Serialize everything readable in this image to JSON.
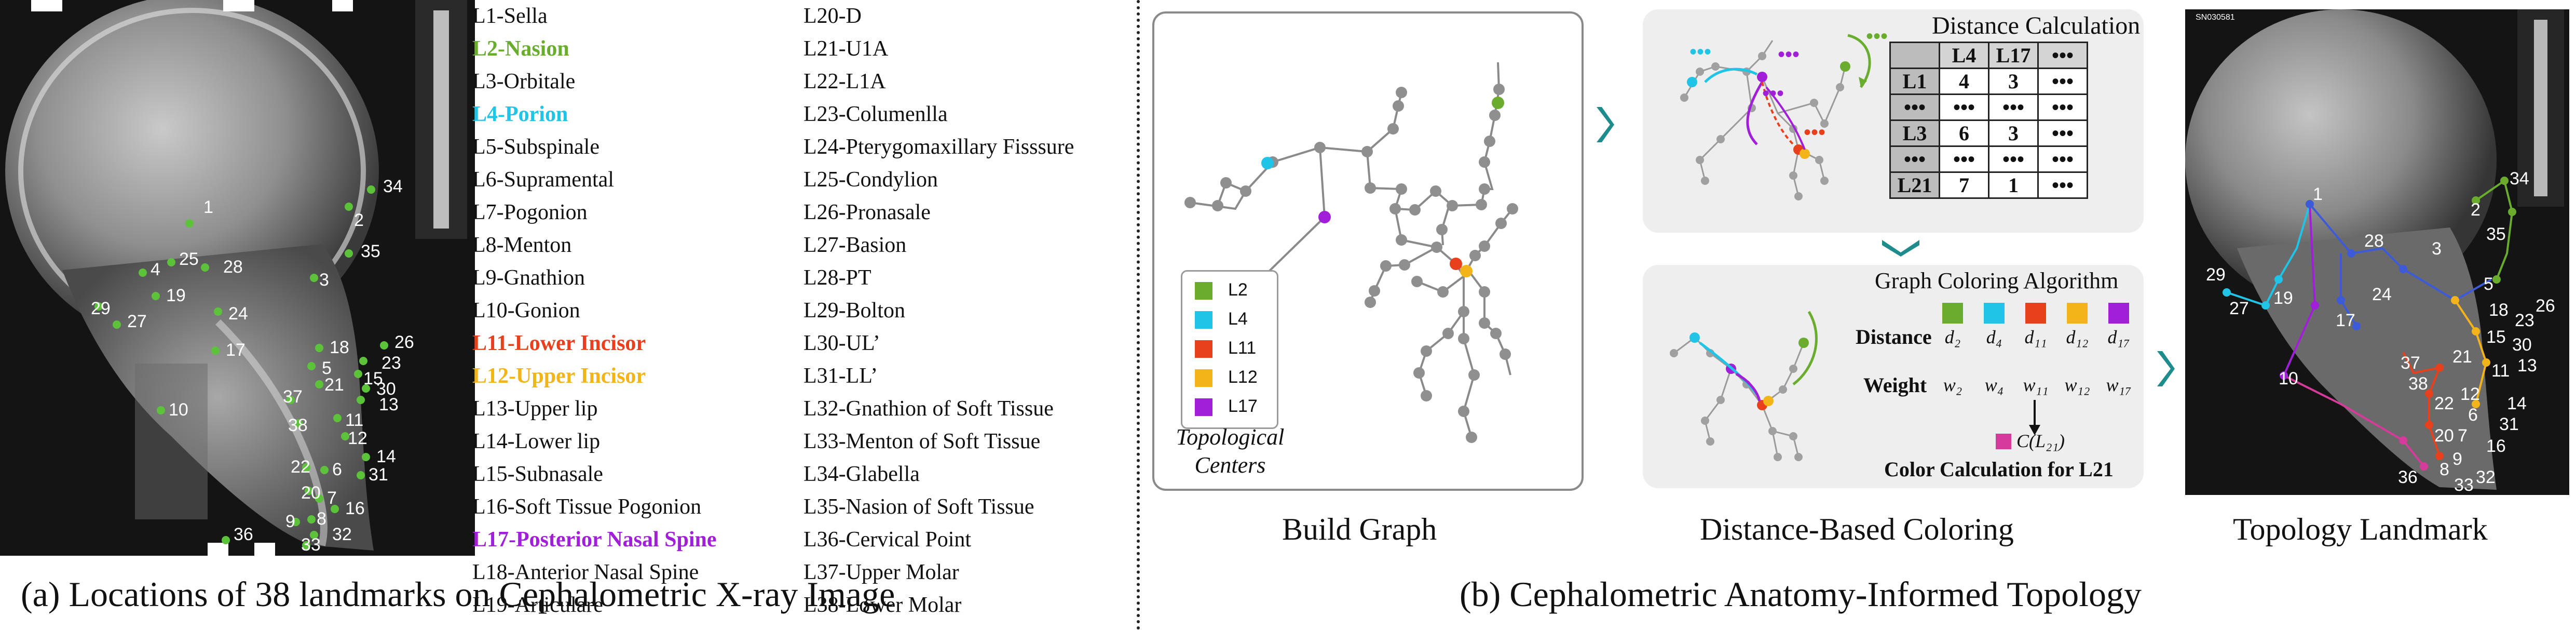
{
  "panel_a": {
    "caption": "(a) Locations of 38 landmarks on Cephalometric X-ray Image",
    "xray_point_labels": [
      "1",
      "2",
      "34",
      "35",
      "3",
      "25",
      "28",
      "4",
      "19",
      "29",
      "27",
      "24",
      "17",
      "18",
      "5",
      "21",
      "23",
      "26",
      "15",
      "30",
      "13",
      "10",
      "37",
      "38",
      "11",
      "12",
      "14",
      "31",
      "22",
      "6",
      "20",
      "7",
      "16",
      "9",
      "8",
      "32",
      "36",
      "33"
    ],
    "landmarks_col1": [
      {
        "text": "L1-Sella",
        "color": "#111111",
        "bold": false
      },
      {
        "text": "L2-Nasion",
        "color": "#6aad2e",
        "bold": true
      },
      {
        "text": "L3-Orbitale",
        "color": "#111111",
        "bold": false
      },
      {
        "text": "L4-Porion",
        "color": "#1fc4e6",
        "bold": true
      },
      {
        "text": "L5-Subspinale",
        "color": "#111111",
        "bold": false
      },
      {
        "text": "L6-Supramental",
        "color": "#111111",
        "bold": false
      },
      {
        "text": "L7-Pogonion",
        "color": "#111111",
        "bold": false
      },
      {
        "text": "L8-Menton",
        "color": "#111111",
        "bold": false
      },
      {
        "text": "L9-Gnathion",
        "color": "#111111",
        "bold": false
      },
      {
        "text": "L10-Gonion",
        "color": "#111111",
        "bold": false
      },
      {
        "text": "L11-Lower Incisor",
        "color": "#e8401c",
        "bold": true
      },
      {
        "text": "L12-Upper Incisor",
        "color": "#f2b418",
        "bold": true
      },
      {
        "text": "L13-Upper lip",
        "color": "#111111",
        "bold": false
      },
      {
        "text": "L14-Lower lip",
        "color": "#111111",
        "bold": false
      },
      {
        "text": "L15-Subnasale",
        "color": "#111111",
        "bold": false
      },
      {
        "text": "L16-Soft Tissue Pogonion",
        "color": "#111111",
        "bold": false
      },
      {
        "text": "L17-Posterior Nasal Spine",
        "color": "#a21fd9",
        "bold": true
      },
      {
        "text": "L18-Anterior Nasal Spine",
        "color": "#111111",
        "bold": false
      },
      {
        "text": "L19-Articulare",
        "color": "#111111",
        "bold": false
      }
    ],
    "landmarks_col2": [
      {
        "text": "L20-D",
        "color": "#111111",
        "bold": false
      },
      {
        "text": "L21-U1A",
        "color": "#111111",
        "bold": false
      },
      {
        "text": "L22-L1A",
        "color": "#111111",
        "bold": false
      },
      {
        "text": "L23-Columenlla",
        "color": "#111111",
        "bold": false
      },
      {
        "text": "L24-Pterygomaxillary Fisssure",
        "color": "#111111",
        "bold": false
      },
      {
        "text": "L25-Condylion",
        "color": "#111111",
        "bold": false
      },
      {
        "text": "L26-Pronasale",
        "color": "#111111",
        "bold": false
      },
      {
        "text": "L27-Basion",
        "color": "#111111",
        "bold": false
      },
      {
        "text": "L28-PT",
        "color": "#111111",
        "bold": false
      },
      {
        "text": "L29-Bolton",
        "color": "#111111",
        "bold": false
      },
      {
        "text": "L30-UL’",
        "color": "#111111",
        "bold": false
      },
      {
        "text": "L31-LL’",
        "color": "#111111",
        "bold": false
      },
      {
        "text": "L32-Gnathion of Soft Tissue",
        "color": "#111111",
        "bold": false
      },
      {
        "text": "L33-Menton of Soft Tissue",
        "color": "#111111",
        "bold": false
      },
      {
        "text": "L34-Glabella",
        "color": "#111111",
        "bold": false
      },
      {
        "text": "L35-Nasion of Soft Tissue",
        "color": "#111111",
        "bold": false
      },
      {
        "text": "L36-Cervical Point",
        "color": "#111111",
        "bold": false
      },
      {
        "text": "L37-Upper Molar",
        "color": "#111111",
        "bold": false
      },
      {
        "text": "L38-Lower Molar",
        "color": "#111111",
        "bold": false
      }
    ]
  },
  "panel_b": {
    "caption": "(b) Cephalometric Anatomy-Informed Topology",
    "build_graph": {
      "title": "Build Graph",
      "legend": [
        {
          "label": "L2",
          "color": "#6aad2e"
        },
        {
          "label": "L4",
          "color": "#1fc4e6"
        },
        {
          "label": "L11",
          "color": "#e8401c"
        },
        {
          "label": "L12",
          "color": "#f2b418"
        },
        {
          "label": "L17",
          "color": "#a21fd9"
        }
      ],
      "topological_centers_line1": "Topological",
      "topological_centers_line2": "Centers"
    },
    "distance_calculation": {
      "title": "Distance Calculation",
      "col_headers": [
        "L4",
        "L17",
        "•••"
      ],
      "rows": [
        {
          "label": "L1",
          "values": [
            "4",
            "3",
            "•••"
          ]
        },
        {
          "label": "•••",
          "values": [
            "•••",
            "•••",
            "•••"
          ]
        },
        {
          "label": "L3",
          "values": [
            "6",
            "3",
            "•••"
          ]
        },
        {
          "label": "•••",
          "values": [
            "•••",
            "•••",
            "•••"
          ]
        },
        {
          "label": "L21",
          "values": [
            "7",
            "1",
            "•••"
          ]
        }
      ],
      "graph_ellipsis": "•••"
    },
    "graph_coloring": {
      "title": "Graph Coloring Algorithm",
      "distance_label": "Distance",
      "weight_label": "Weight",
      "distance_symbols": [
        "d₂",
        "d₄",
        "d₁₁",
        "d₁₂",
        "d₁₇"
      ],
      "weight_symbols": [
        "w₂",
        "w₄",
        "w₁₁",
        "w₁₂",
        "w₁₇"
      ],
      "column_colors": [
        "#6aad2e",
        "#1fc4e6",
        "#e8401c",
        "#f2b418",
        "#a21fd9"
      ],
      "result_symbol": "C(L₂₁)",
      "result_color": "#d63a9a",
      "footer": "Color Calculation for L21"
    },
    "distance_coloring_title": "Distance-Based Coloring",
    "topology_landmark": {
      "title": "Topology Landmark",
      "image_corner_text": "SN030581",
      "point_labels": [
        "1",
        "2",
        "34",
        "35",
        "3",
        "28",
        "29",
        "27",
        "19",
        "24",
        "17",
        "5",
        "18",
        "15",
        "23",
        "26",
        "30",
        "13",
        "11",
        "10",
        "37",
        "38",
        "21",
        "12",
        "14",
        "31",
        "22",
        "6",
        "20",
        "7",
        "16",
        "9",
        "8",
        "32",
        "36",
        "33"
      ]
    },
    "accent_color": "#1e8c8c"
  }
}
